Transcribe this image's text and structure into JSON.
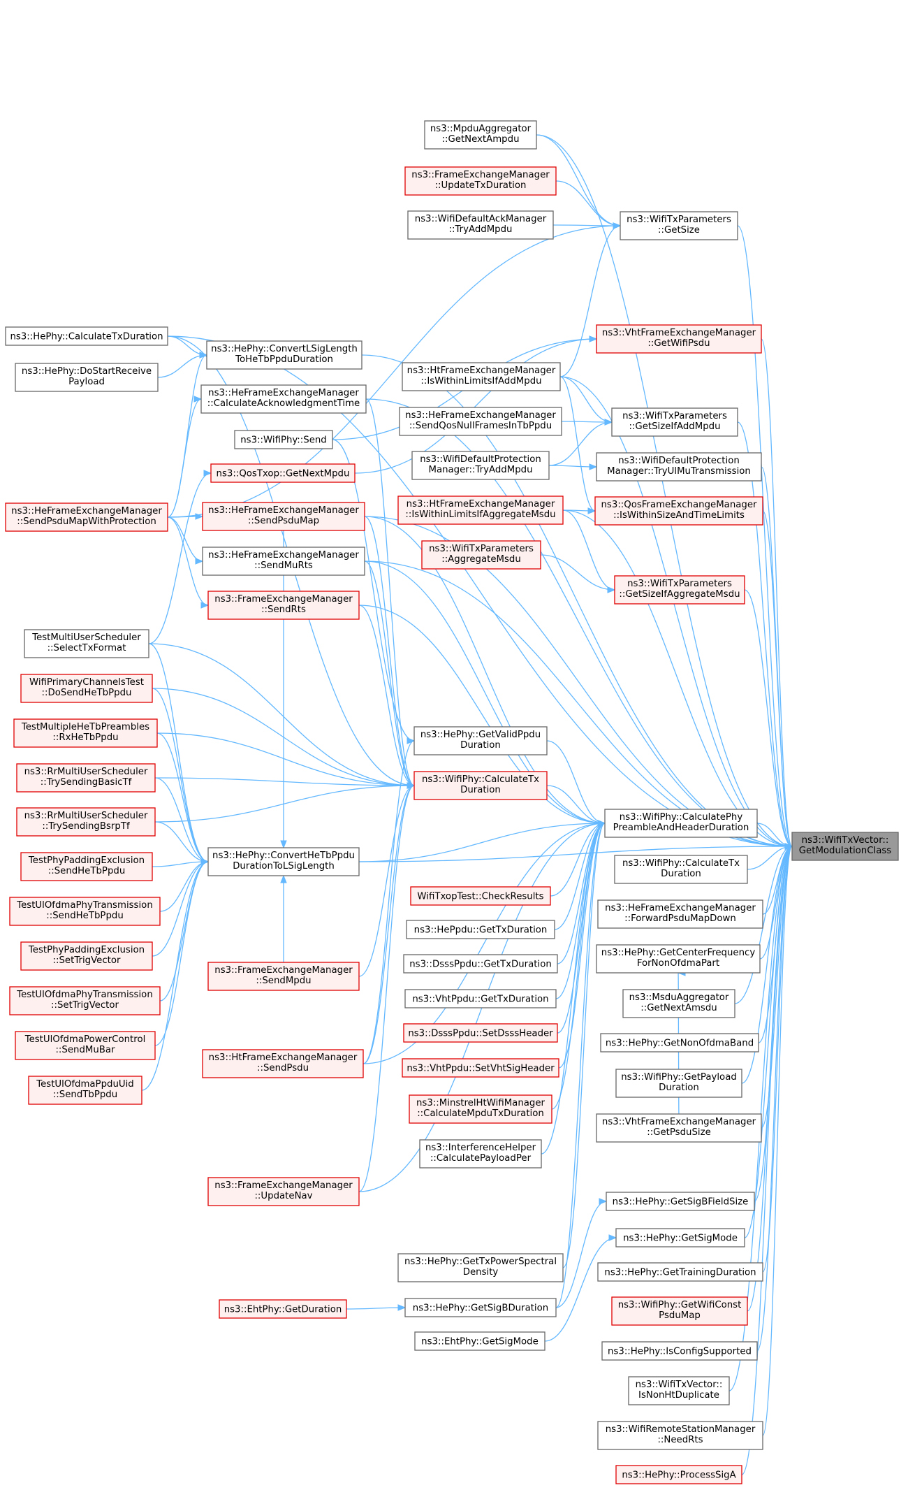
{
  "graph": {
    "root": "ns3::WifiTxVector::\nGetModulationClass",
    "nodes": [
      {
        "id": "root",
        "label": "ns3::WifiTxVector::\nGetModulationClass",
        "style": "root"
      },
      {
        "id": "n_calctxdur_hephy",
        "label": "ns3::HePhy::CalculateTxDuration",
        "style": "normal"
      },
      {
        "id": "n_dostartrecv",
        "label": "ns3::HePhy::DoStartReceive\nPayload",
        "style": "normal"
      },
      {
        "id": "n_sendpsdumapprot",
        "label": "ns3::HeFrameExchangeManager\n::SendPsduMapWithProtection",
        "style": "red"
      },
      {
        "id": "n_selecttx",
        "label": "TestMultiUserScheduler\n::SelectTxFormat",
        "style": "normal"
      },
      {
        "id": "n_wpc_dosend",
        "label": "WifiPrimaryChannelsTest\n::DoSendHeTbPpdu",
        "style": "red"
      },
      {
        "id": "n_tmhp_rx",
        "label": "TestMultipleHeTbPreambles\n::RxHeTbPpdu",
        "style": "red"
      },
      {
        "id": "n_rr_basictf",
        "label": "ns3::RrMultiUserScheduler\n::TrySendingBasicTf",
        "style": "red"
      },
      {
        "id": "n_rr_bsrptf",
        "label": "ns3::RrMultiUserScheduler\n::TrySendingBsrpTf",
        "style": "red"
      },
      {
        "id": "n_tppe_send",
        "label": "TestPhyPaddingExclusion\n::SendHeTbPpdu",
        "style": "red"
      },
      {
        "id": "n_tuopt_send",
        "label": "TestUlOfdmaPhyTransmission\n::SendHeTbPpdu",
        "style": "red"
      },
      {
        "id": "n_tppe_trig",
        "label": "TestPhyPaddingExclusion\n::SetTrigVector",
        "style": "red"
      },
      {
        "id": "n_tuopt_trig",
        "label": "TestUlOfdmaPhyTransmission\n::SetTrigVector",
        "style": "red"
      },
      {
        "id": "n_tuopc_mubar",
        "label": "TestUlOfdmaPowerControl\n::SendMuBar",
        "style": "red"
      },
      {
        "id": "n_tuopu_tb",
        "label": "TestUlOfdmaPpduUid\n::SendTbPpdu",
        "style": "red"
      },
      {
        "id": "n_convlsig",
        "label": "ns3::HePhy::ConvertLSigLength\nToHeTbPpduDuration",
        "style": "normal"
      },
      {
        "id": "n_calcack",
        "label": "ns3::HeFrameExchangeManager\n::CalculateAcknowledgmentTime",
        "style": "normal"
      },
      {
        "id": "n_wifiphysend",
        "label": "ns3::WifiPhy::Send",
        "style": "normal"
      },
      {
        "id": "n_qosnextmpdu",
        "label": "ns3::QosTxop::GetNextMpdu",
        "style": "red"
      },
      {
        "id": "n_sendpsdumap",
        "label": "ns3::HeFrameExchangeManager\n::SendPsduMap",
        "style": "red"
      },
      {
        "id": "n_sendmurts",
        "label": "ns3::HeFrameExchangeManager\n::SendMuRts",
        "style": "normal"
      },
      {
        "id": "n_fem_sendrts",
        "label": "ns3::FrameExchangeManager\n::SendRts",
        "style": "red"
      },
      {
        "id": "n_convhetb",
        "label": "ns3::HePhy::ConvertHeTbPpdu\nDurationToLSigLength",
        "style": "normal"
      },
      {
        "id": "n_fem_sendmpdu",
        "label": "ns3::FrameExchangeManager\n::SendMpdu",
        "style": "red"
      },
      {
        "id": "n_htfem_sendpsdu",
        "label": "ns3::HtFrameExchangeManager\n::SendPsdu",
        "style": "red"
      },
      {
        "id": "n_fem_updatenav",
        "label": "ns3::FrameExchangeManager\n::UpdateNav",
        "style": "red"
      },
      {
        "id": "n_ehtgetdur",
        "label": "ns3::EhtPhy::GetDuration",
        "style": "red"
      },
      {
        "id": "n_mpduagg_next",
        "label": "ns3::MpduAggregator\n::GetNextAmpdu",
        "style": "normal"
      },
      {
        "id": "n_fem_updtxdur",
        "label": "ns3::FrameExchangeManager\n::UpdateTxDuration",
        "style": "red"
      },
      {
        "id": "n_wdam_tryadd",
        "label": "ns3::WifiDefaultAckManager\n::TryAddMpdu",
        "style": "normal"
      },
      {
        "id": "n_htfem_within",
        "label": "ns3::HtFrameExchangeManager\n::IsWithinLimitsIfAddMpdu",
        "style": "normal"
      },
      {
        "id": "n_hefem_sendqos",
        "label": "ns3::HeFrameExchangeManager\n::SendQosNullFramesInTbPpdu",
        "style": "normal"
      },
      {
        "id": "n_wdpm_tryadd",
        "label": "ns3::WifiDefaultProtection\nManager::TryAddMpdu",
        "style": "normal"
      },
      {
        "id": "n_htfem_withinmsdu",
        "label": "ns3::HtFrameExchangeManager\n::IsWithinLimitsIfAggregateMsdu",
        "style": "red"
      },
      {
        "id": "n_wtp_aggmsdu",
        "label": "ns3::WifiTxParameters\n::AggregateMsdu",
        "style": "red"
      },
      {
        "id": "n_hephy_getvalid",
        "label": "ns3::HePhy::GetValidPpdu\nDuration",
        "style": "normal"
      },
      {
        "id": "n_wifiphy_calctx_red",
        "label": "ns3::WifiPhy::CalculateTx\nDuration",
        "style": "red"
      },
      {
        "id": "n_wifitxop_check",
        "label": "WifiTxopTest::CheckResults",
        "style": "red"
      },
      {
        "id": "n_heppdu_txdur",
        "label": "ns3::HePpdu::GetTxDuration",
        "style": "normal"
      },
      {
        "id": "n_dsss_txdur",
        "label": "ns3::DsssPpdu::GetTxDuration",
        "style": "normal"
      },
      {
        "id": "n_vht_txdur",
        "label": "ns3::VhtPpdu::GetTxDuration",
        "style": "normal"
      },
      {
        "id": "n_dsss_sethdr",
        "label": "ns3::DsssPpdu::SetDsssHeader",
        "style": "red"
      },
      {
        "id": "n_vht_setsig",
        "label": "ns3::VhtPpdu::SetVhtSigHeader",
        "style": "red"
      },
      {
        "id": "n_minstrel",
        "label": "ns3::MinstrelHtWifiManager\n::CalculateMpduTxDuration",
        "style": "red"
      },
      {
        "id": "n_ifhelper",
        "label": "ns3::InterferenceHelper\n::CalculatePayloadPer",
        "style": "normal"
      },
      {
        "id": "n_hephy_txpsd",
        "label": "ns3::HePhy::GetTxPowerSpectral\nDensity",
        "style": "normal"
      },
      {
        "id": "n_hephy_sigbdur",
        "label": "ns3::HePhy::GetSigBDuration",
        "style": "normal"
      },
      {
        "id": "n_ehtphy_sigmode",
        "label": "ns3::EhtPhy::GetSigMode",
        "style": "normal"
      },
      {
        "id": "n_wtp_getsize",
        "label": "ns3::WifiTxParameters\n::GetSize",
        "style": "normal"
      },
      {
        "id": "n_vhtfem_getpsdu",
        "label": "ns3::VhtFrameExchangeManager\n::GetWifiPsdu",
        "style": "red"
      },
      {
        "id": "n_wtp_sizeaddmpdu",
        "label": "ns3::WifiTxParameters\n::GetSizeIfAddMpdu",
        "style": "normal"
      },
      {
        "id": "n_wdpm_tryul",
        "label": "ns3::WifiDefaultProtection\nManager::TryUlMuTransmission",
        "style": "normal"
      },
      {
        "id": "n_qosfem_within",
        "label": "ns3::QosFrameExchangeManager\n::IsWithinSizeAndTimeLimits",
        "style": "red"
      },
      {
        "id": "n_wtp_sizeaggmsdu",
        "label": "ns3::WifiTxParameters\n::GetSizeIfAggregateMsdu",
        "style": "red"
      },
      {
        "id": "n_calcpreamble",
        "label": "ns3::WifiPhy::CalculatePhy\nPreambleAndHeaderDuration",
        "style": "normal"
      },
      {
        "id": "n_wifiphy_calctx",
        "label": "ns3::WifiPhy::CalculateTx\nDuration",
        "style": "normal"
      },
      {
        "id": "n_hefem_fwdpsdu",
        "label": "ns3::HeFrameExchangeManager\n::ForwardPsduMapDown",
        "style": "normal"
      },
      {
        "id": "n_hephy_centerfreq",
        "label": "ns3::HePhy::GetCenterFrequency\nForNonOfdmaPart",
        "style": "normal"
      },
      {
        "id": "n_msduagg_next",
        "label": "ns3::MsduAggregator\n::GetNextAmsdu",
        "style": "normal"
      },
      {
        "id": "n_hephy_nonofdma",
        "label": "ns3::HePhy::GetNonOfdmaBand",
        "style": "normal"
      },
      {
        "id": "n_wifiphy_payload",
        "label": "ns3::WifiPhy::GetPayload\nDuration",
        "style": "normal"
      },
      {
        "id": "n_vhtfem_psdusize",
        "label": "ns3::VhtFrameExchangeManager\n::GetPsduSize",
        "style": "normal"
      },
      {
        "id": "n_hephy_sigbfield",
        "label": "ns3::HePhy::GetSigBFieldSize",
        "style": "normal"
      },
      {
        "id": "n_hephy_sigmode",
        "label": "ns3::HePhy::GetSigMode",
        "style": "normal"
      },
      {
        "id": "n_hephy_training",
        "label": "ns3::HePhy::GetTrainingDuration",
        "style": "normal"
      },
      {
        "id": "n_wifiphy_constpsdu",
        "label": "ns3::WifiPhy::GetWifiConst\nPsduMap",
        "style": "red"
      },
      {
        "id": "n_hephy_configsupp",
        "label": "ns3::HePhy::IsConfigSupported",
        "style": "normal"
      },
      {
        "id": "n_wtv_nonht",
        "label": "ns3::WifiTxVector::\nIsNonHtDuplicate",
        "style": "normal"
      },
      {
        "id": "n_wrsm_needrts",
        "label": "ns3::WifiRemoteStationManager\n::NeedRts",
        "style": "normal"
      },
      {
        "id": "n_hephy_procsiga",
        "label": "ns3::HePhy::ProcessSigA",
        "style": "red"
      }
    ]
  }
}
